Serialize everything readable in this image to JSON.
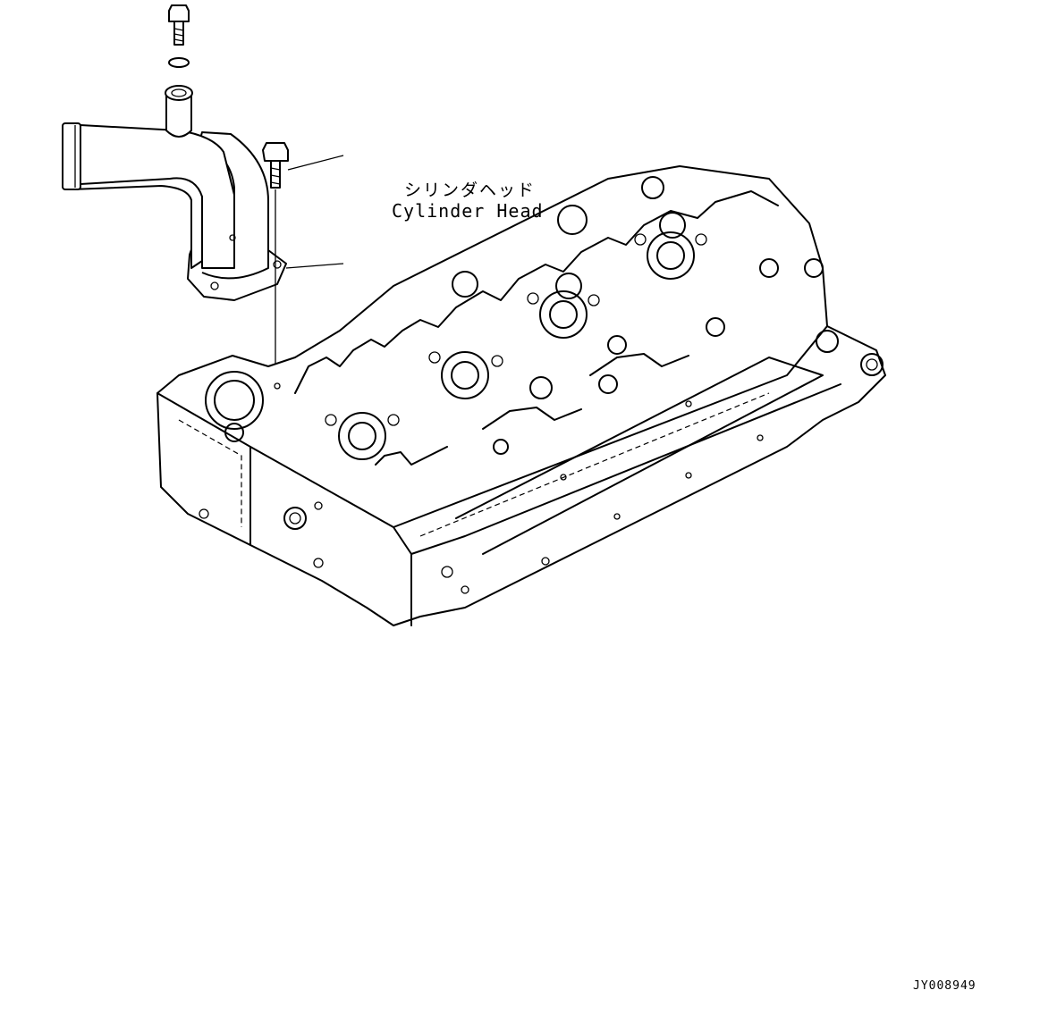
{
  "labels": {
    "part_name_jp": "シリンダヘッド",
    "part_name_en": "Cylinder Head"
  },
  "drawing_id": "JY008949",
  "icons": [
    "bolt-icon",
    "o-ring-icon",
    "water-outlet-elbow-icon",
    "cylinder-head-icon"
  ]
}
